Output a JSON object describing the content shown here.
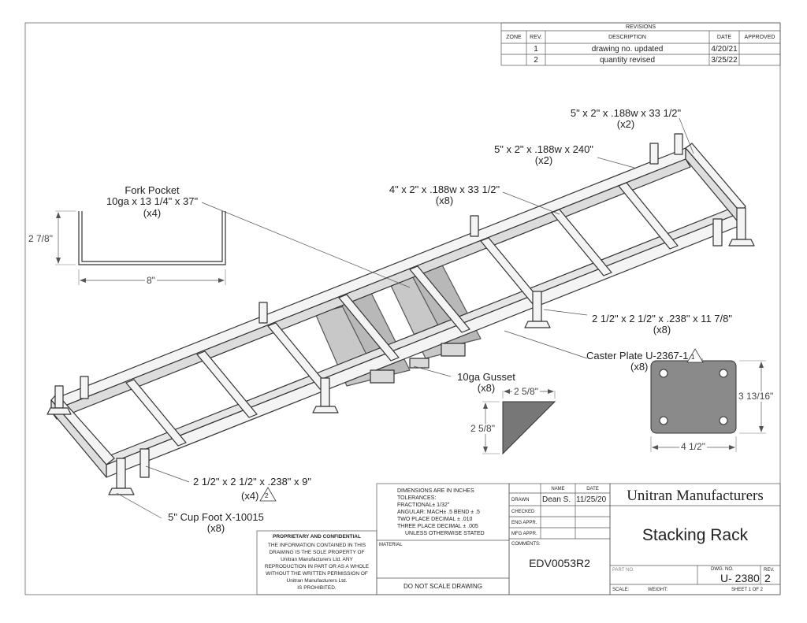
{
  "revisions": {
    "title": "REVISIONS",
    "headers": {
      "zone": "ZONE",
      "rev": "REV.",
      "description": "DESCRIPTION",
      "date": "DATE",
      "approved": "APPROVED"
    },
    "rows": [
      {
        "rev": "1",
        "description": "drawing no. updated",
        "date": "4/20/21"
      },
      {
        "rev": "2",
        "description": "quantity revised",
        "date": "3/25/22"
      }
    ]
  },
  "callouts": {
    "tube_5x2_short": {
      "line1": "5\" x 2\" x .188w x 33 1/2\"",
      "line2": "(x2)"
    },
    "tube_5x2_long": {
      "line1": "5\" x 2\" x .188w x 240\"",
      "line2": "(x2)"
    },
    "tube_4x2": {
      "line1": "4\" x 2\" x .188w x 33 1/2\"",
      "line2": "(x8)"
    },
    "fork_pocket": {
      "line1": "Fork Pocket",
      "line2": "10ga x 13 1/4\" x 37\"",
      "line3": "(x4)"
    },
    "angle_11": {
      "line1": "2 1/2\" x 2 1/2\" x .238\" x 11 7/8\"",
      "line2": "(x8)"
    },
    "caster_plate": {
      "line1": "Caster Plate U-2367-1",
      "rev_flag": "1",
      "line2": "(x8)"
    },
    "gusset": {
      "line1": "10ga Gusset",
      "line2": "(x8)"
    },
    "angle_9": {
      "line1": "2 1/2\" x 2 1/2\" x .238\" x 9\"",
      "qty": "(x4)",
      "rev_flag": "2"
    },
    "cup_foot": {
      "line1": "5\" Cup Foot X-10015",
      "line2": "(x8)"
    }
  },
  "dimensions": {
    "fork_height": "2 7/8\"",
    "fork_width": "8\"",
    "gusset_w": "2 5/8\"",
    "gusset_h": "2 5/8\"",
    "plate_h": "3 13/16\"",
    "plate_w": "4 1/2\""
  },
  "title_block": {
    "proprietary_title": "PROPRIETARY AND CONFIDENTIAL",
    "proprietary_lines": [
      "THE INFORMATION CONTAINED IN THIS",
      "DRAWING IS THE SOLE PROPERTY OF",
      "Unitran Manufacturers Ltd.  ANY",
      "REPRODUCTION IN PART OR AS A WHOLE",
      "WITHOUT THE WRITTEN PERMISSION OF",
      "Unitran Manufacturers Ltd.",
      "IS PROHIBITED."
    ],
    "tolerance_lines": [
      "DIMENSIONS ARE IN INCHES",
      "TOLERANCES:",
      "FRACTIONAL±  1/32\"",
      "ANGULAR: MACH± .5 BEND ± .5",
      "TWO PLACE DECIMAL    ± .010",
      "THREE PLACE DECIMAL  ± .005",
      "UNLESS OTHERWISE STATED"
    ],
    "material_label": "MATERIAL",
    "do_not_scale": "DO  NOT  SCALE  DRAWING",
    "sig_headers": {
      "name": "NAME",
      "date": "DATE"
    },
    "sig_rows": [
      {
        "role": "DRAWN",
        "name": "Dean S.",
        "date": "11/25/20"
      },
      {
        "role": "CHECKED",
        "name": "",
        "date": ""
      },
      {
        "role": "ENG APPR.",
        "name": "",
        "date": ""
      },
      {
        "role": "MFG APPR.",
        "name": "",
        "date": ""
      }
    ],
    "comments_label": "COMMENTS:",
    "comments_value": "EDV0053R2",
    "company": "Unitran Manufacturers",
    "title": "Stacking Rack",
    "part_no_label": "PART NO.",
    "dwg_no_label": "DWG.  NO.",
    "dwg_no": "U- 2380",
    "rev_label": "REV.",
    "rev": "2",
    "scale_label": "SCALE:",
    "weight_label": "WEIGHT:",
    "sheet": "SHEET 1 OF 2"
  }
}
